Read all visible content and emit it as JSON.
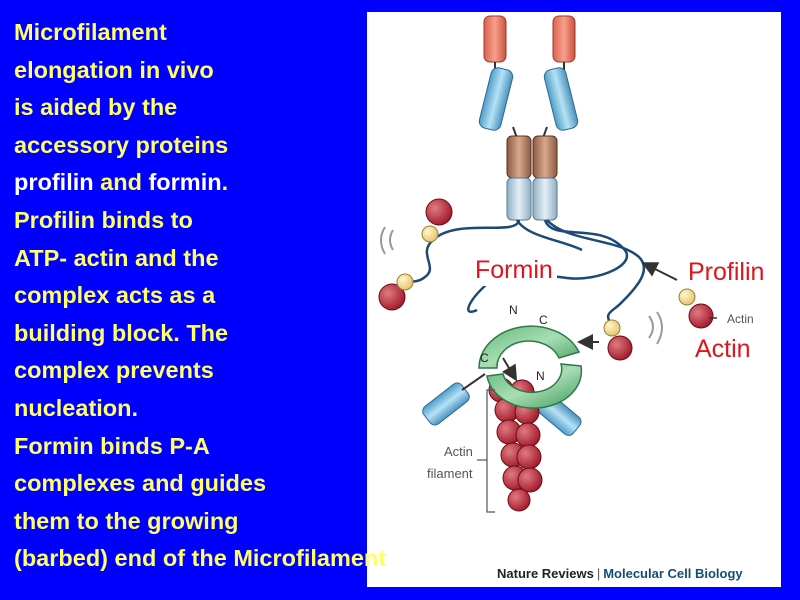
{
  "text": {
    "line1": "Microfilament",
    "line2": "elongation in vivo",
    "line3": "is aided by the",
    "line4": "accessory proteins",
    "line5_a": "profilin",
    "line5_b": " and ",
    "line5_c": "formin",
    "line5_d": ".",
    "line6": "Profilin binds to",
    "line7": "ATP- actin and the",
    "line8": "complex acts as a",
    "line9": "building block.  The",
    "line10": "complex prevents",
    "line11": "nucleation.",
    "line12": "Formin binds P-A",
    "line13": "complexes and guides",
    "line14": "them to the growing",
    "line15": "(barbed) end of the Microfilament"
  },
  "labels": {
    "formin": "Formin",
    "profilin": "Profilin",
    "actin": "Actin"
  },
  "diagram": {
    "small_actin": "Actin",
    "actin_filament_1": "Actin",
    "actin_filament_2": "filament",
    "n_top": "N",
    "c_top": "C",
    "c_bottom": "C",
    "n_bottom": "N"
  },
  "credit": {
    "left": "Nature Reviews",
    "sep": "|",
    "right": "Molecular Cell Biology"
  },
  "colors": {
    "background": "#0000ff",
    "text": "#ffff66",
    "highlight": "#ffffff",
    "label": "#e0141e"
  }
}
